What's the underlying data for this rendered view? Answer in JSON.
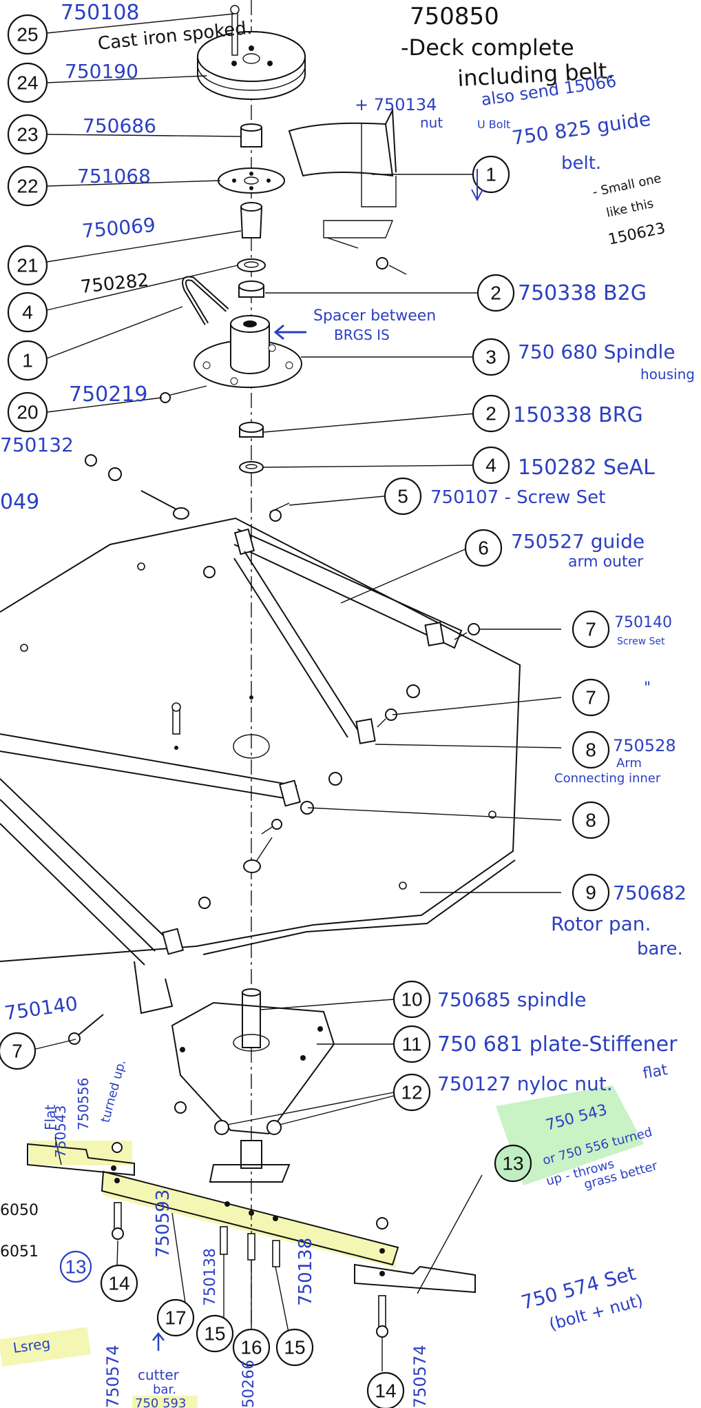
{
  "title": {
    "code": "750850",
    "line1": "-Deck complete",
    "line2": "including belt."
  },
  "note_topleft": "750108",
  "note_cast": "Cast iron spoked.",
  "side_codes": [
    {
      "id": "c24",
      "text": "750190"
    },
    {
      "id": "c23",
      "text": "750686"
    },
    {
      "id": "c22",
      "text": "751068"
    },
    {
      "id": "c21",
      "text": "750069"
    },
    {
      "id": "c4",
      "text": "750282"
    },
    {
      "id": "c20",
      "text": "750219"
    },
    {
      "id": "c132",
      "text": "750132"
    },
    {
      "id": "c49",
      "text": "049"
    },
    {
      "id": "c140",
      "text": "750140"
    }
  ],
  "belt_note": {
    "prefix": "+ 750134",
    "nut": "nut",
    "also": "also send 15066",
    "ubolt": "U Bolt",
    "guide": "750 825 guide",
    "belt": "belt.",
    "small1": "- Small one",
    "small2": "like this",
    "small3": "150623"
  },
  "spacer_note": {
    "line1": "Spacer between",
    "line2": "BRGS IS"
  },
  "right_notes": [
    {
      "id": "n2a",
      "text": "750338 B2G"
    },
    {
      "id": "n3a",
      "text": "750 680 Spindle"
    },
    {
      "id": "n3b",
      "text": "housing"
    },
    {
      "id": "n2b",
      "text": "150338 BRG"
    },
    {
      "id": "n4",
      "text": "150282 SeAL"
    },
    {
      "id": "n5",
      "text": "750107 - Screw Set"
    },
    {
      "id": "n6a",
      "text": "750527 guide"
    },
    {
      "id": "n6b",
      "text": "arm   outer"
    },
    {
      "id": "n7a",
      "text": "750140"
    },
    {
      "id": "n7b",
      "text": "Screw Set"
    },
    {
      "id": "n7c",
      "text": "\""
    },
    {
      "id": "n8a",
      "text": "750528"
    },
    {
      "id": "n8b",
      "text": "Arm"
    },
    {
      "id": "n8c",
      "text": "Connecting inner"
    },
    {
      "id": "n9a",
      "text": "750682"
    },
    {
      "id": "n9b",
      "text": "Rotor pan."
    },
    {
      "id": "n9c",
      "text": "bare."
    },
    {
      "id": "n10",
      "text": "750685 spindle"
    },
    {
      "id": "n11",
      "text": "750 681 plate-Stiffener"
    },
    {
      "id": "n12a",
      "text": "750127 nyloc nut."
    },
    {
      "id": "n12b",
      "text": "flat"
    }
  ],
  "green_note": {
    "l1": "750 543",
    "l2": "or 750 556 turned",
    "l3": "up - throws",
    "l4": "grass better"
  },
  "set_note": {
    "l1": "750 574 Set",
    "l2": "(bolt + nut)"
  },
  "lower_notes": [
    {
      "id": "f1",
      "text": "Flat"
    },
    {
      "id": "f2",
      "text": "750543"
    },
    {
      "id": "f3",
      "text": "750556"
    },
    {
      "id": "f4",
      "text": "turned up."
    },
    {
      "id": "v1",
      "text": "750593"
    },
    {
      "id": "v2",
      "text": "750138"
    },
    {
      "id": "v3",
      "text": "750138"
    },
    {
      "id": "v4",
      "text": "750574"
    },
    {
      "id": "v5",
      "text": "750574"
    },
    {
      "id": "v6",
      "text": "50266"
    },
    {
      "id": "cb1",
      "text": "cutter"
    },
    {
      "id": "cb2",
      "text": "bar."
    },
    {
      "id": "cb3",
      "text": "750 593"
    },
    {
      "id": "s1",
      "text": "6050"
    },
    {
      "id": "s2",
      "text": "6051"
    },
    {
      "id": "s3",
      "text": "Lsreg"
    }
  ],
  "callouts": [
    {
      "key": "k25",
      "n": "25"
    },
    {
      "key": "k24",
      "n": "24"
    },
    {
      "key": "k23",
      "n": "23"
    },
    {
      "key": "k22",
      "n": "22"
    },
    {
      "key": "k21",
      "n": "21"
    },
    {
      "key": "k4l",
      "n": "4"
    },
    {
      "key": "k1l",
      "n": "1"
    },
    {
      "key": "k20",
      "n": "20"
    },
    {
      "key": "k1r",
      "n": "1"
    },
    {
      "key": "k2a",
      "n": "2"
    },
    {
      "key": "k3",
      "n": "3"
    },
    {
      "key": "k2b",
      "n": "2"
    },
    {
      "key": "k4r",
      "n": "4"
    },
    {
      "key": "k5",
      "n": "5"
    },
    {
      "key": "k6",
      "n": "6"
    },
    {
      "key": "k7a",
      "n": "7"
    },
    {
      "key": "k7b",
      "n": "7"
    },
    {
      "key": "k8a",
      "n": "8"
    },
    {
      "key": "k8b",
      "n": "8"
    },
    {
      "key": "k9",
      "n": "9"
    },
    {
      "key": "k7c",
      "n": "7"
    },
    {
      "key": "k10",
      "n": "10"
    },
    {
      "key": "k11",
      "n": "11"
    },
    {
      "key": "k12",
      "n": "12"
    },
    {
      "key": "k13g",
      "n": "13"
    },
    {
      "key": "k13h",
      "n": "13"
    },
    {
      "key": "k14a",
      "n": "14"
    },
    {
      "key": "k17",
      "n": "17"
    },
    {
      "key": "k15a",
      "n": "15"
    },
    {
      "key": "k16",
      "n": "16"
    },
    {
      "key": "k15b",
      "n": "15"
    },
    {
      "key": "k14b",
      "n": "14"
    }
  ]
}
